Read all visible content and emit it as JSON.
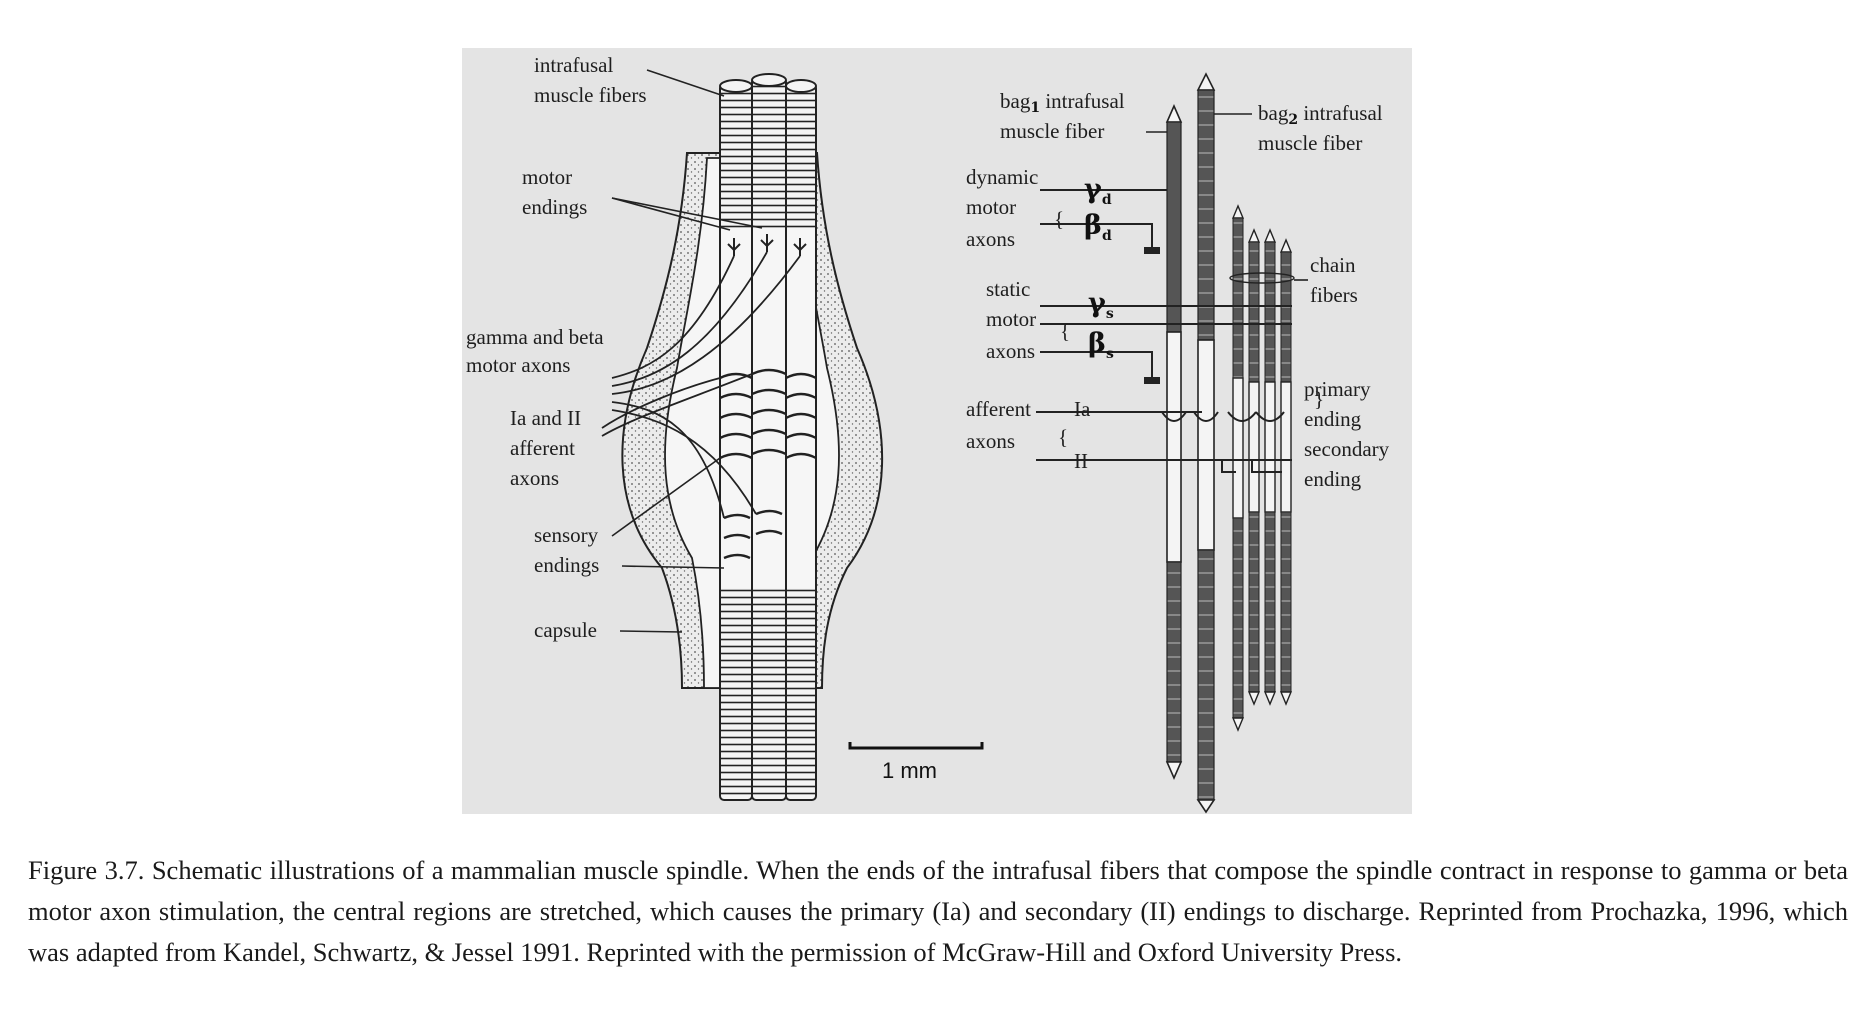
{
  "figure": {
    "left_diagram": {
      "labels": {
        "intrafusal_1": "intrafusal",
        "intrafusal_2": "muscle fibers",
        "motor_1": "motor",
        "motor_2": "endings",
        "gamma_1": "gamma and beta",
        "gamma_2": "motor axons",
        "afferent_1": "Ia and II",
        "afferent_2": "afferent",
        "afferent_3": "axons",
        "sensory_1": "sensory",
        "sensory_2": "endings",
        "capsule": "capsule"
      },
      "scale_bar": "1 mm"
    },
    "right_diagram": {
      "labels": {
        "bag1_1": "bag",
        "bag1_sub": "1",
        "bag1_1b": " intrafusal",
        "bag1_2": "muscle fiber",
        "bag2_1": "bag",
        "bag2_sub": "2",
        "bag2_1b": " intrafusal",
        "bag2_2": "muscle fiber",
        "dynamic_1": "dynamic",
        "dynamic_2": "motor",
        "dynamic_3": "axons",
        "gamma_d": "γ",
        "gamma_d_sub": "d",
        "beta_d": "β",
        "beta_d_sub": "d",
        "static_1": "static",
        "static_2": "motor",
        "static_3": "axons",
        "gamma_s": "γ",
        "gamma_s_sub": "s",
        "beta_s": "β",
        "beta_s_sub": "s",
        "afferent_1": "afferent",
        "afferent_2": "axons",
        "ia": "Ia",
        "ii": "II",
        "chain_1": "chain",
        "chain_2": "fibers",
        "primary_1": "primary",
        "primary_2": "ending",
        "secondary_1": "secondary",
        "secondary_2": "ending"
      }
    }
  },
  "caption": "Figure 3.7. Schematic illustrations of a mammalian muscle spindle. When the ends of the intrafusal fibers that compose the spindle contract in response to gamma or beta motor axon stimulation, the central regions are stretched, which causes the primary (Ia) and secondary (II) endings to discharge. Reprinted from Prochazka, 1996, which was adapted from Kandel, Schwartz, & Jessel 1991. Reprinted with the permission of McGraw-Hill and Oxford University Press.",
  "colors": {
    "panel_bg": "#e4e4e4",
    "ink": "#1e1e1e",
    "fiber_fill": "#f4f4f4"
  }
}
